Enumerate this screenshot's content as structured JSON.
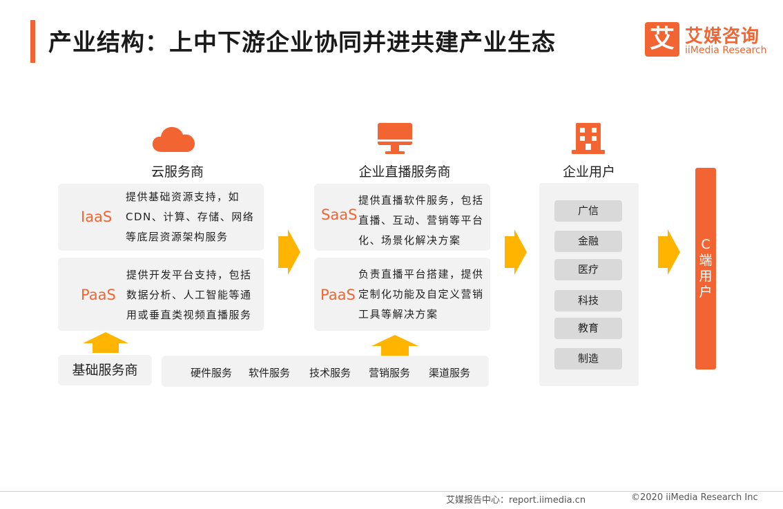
{
  "header": {
    "title": "产业结构：上中下游企业协同并进共建产业生态",
    "logo_mark": "艾",
    "logo_cn": "艾媒咨询",
    "logo_en": "iiMedia Research"
  },
  "columns": {
    "cloud": {
      "label": "云服务商",
      "icon": "cloud-icon",
      "boxes": [
        {
          "tag": "IaaS",
          "text": "提供基础资源支持，如CDN、计算、存储、网络等底层资源架构服务"
        },
        {
          "tag": "PaaS",
          "text": "提供开发平台支持，包括数据分析、人工智能等通用或垂直类视频直播服务"
        }
      ]
    },
    "live": {
      "label": "企业直播服务商",
      "icon": "monitor-icon",
      "boxes": [
        {
          "tag": "SaaS",
          "text": "提供直播软件服务，包括直播、互动、营销等平台化、场景化解决方案"
        },
        {
          "tag": "PaaS",
          "text": "负责直播平台搭建，提供定制化功能及自定义营销工具等解决方案"
        }
      ]
    },
    "enterprise": {
      "label": "企业用户",
      "icon": "building-icon",
      "industries": [
        "广信",
        "金融",
        "医疗",
        "科技",
        "教育",
        "制造"
      ]
    }
  },
  "base": {
    "label": "基础服务商",
    "services": [
      "硬件服务",
      "软件服务",
      "技术服务",
      "营销服务",
      "渠道服务"
    ]
  },
  "c_end": {
    "label": "C端用户"
  },
  "footer": {
    "left": "艾媒报告中心：report.iimedia.cn",
    "right": "©2020  iiMedia Research  Inc"
  },
  "colors": {
    "accent": "#f26532",
    "arrow": "#ffb400",
    "panel": "#f2f2f2",
    "chip": "#d9d9d9"
  }
}
